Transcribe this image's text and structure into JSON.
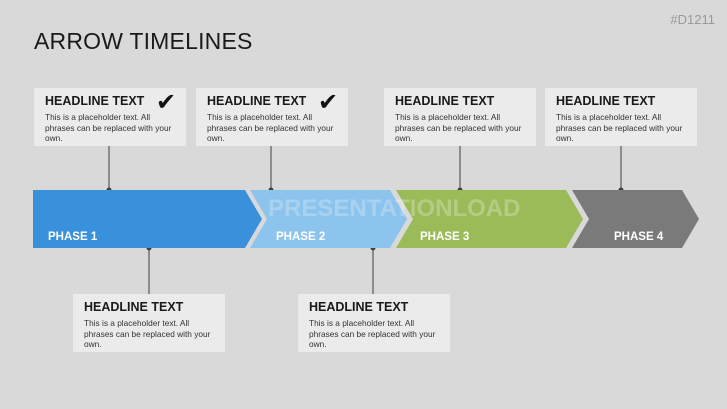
{
  "slide": {
    "title": "ARROW TIMELINES",
    "id": "#D1211"
  },
  "watermark": "PRESENTATIONLOAD",
  "phases": [
    {
      "label": "PHASE 1",
      "color": "#3a91db"
    },
    {
      "label": "PHASE 2",
      "color": "#8cc4ed"
    },
    {
      "label": "PHASE 3",
      "color": "#9bbb59"
    },
    {
      "label": "PHASE 4",
      "color": "#7a7a7a"
    }
  ],
  "callouts_top": [
    {
      "headline": "HEADLINE TEXT",
      "body": "This is a placeholder text. All phrases can be replaced with your own.",
      "checked": true,
      "check_icon": "✔"
    },
    {
      "headline": "HEADLINE TEXT",
      "body": "This is a placeholder text. All phrases can be replaced with your own.",
      "checked": true,
      "check_icon": "✔"
    },
    {
      "headline": "HEADLINE TEXT",
      "body": "This is a placeholder text. All phrases can be replaced with your own.",
      "checked": false
    },
    {
      "headline": "HEADLINE TEXT",
      "body": "This is a placeholder text. All phrases can be replaced with your own.",
      "checked": false
    }
  ],
  "callouts_bottom": [
    {
      "headline": "HEADLINE TEXT",
      "body": "This is a placeholder text. All phrases can be replaced with your own."
    },
    {
      "headline": "HEADLINE TEXT",
      "body": "This is a placeholder text. All phrases can be replaced with your own."
    }
  ]
}
